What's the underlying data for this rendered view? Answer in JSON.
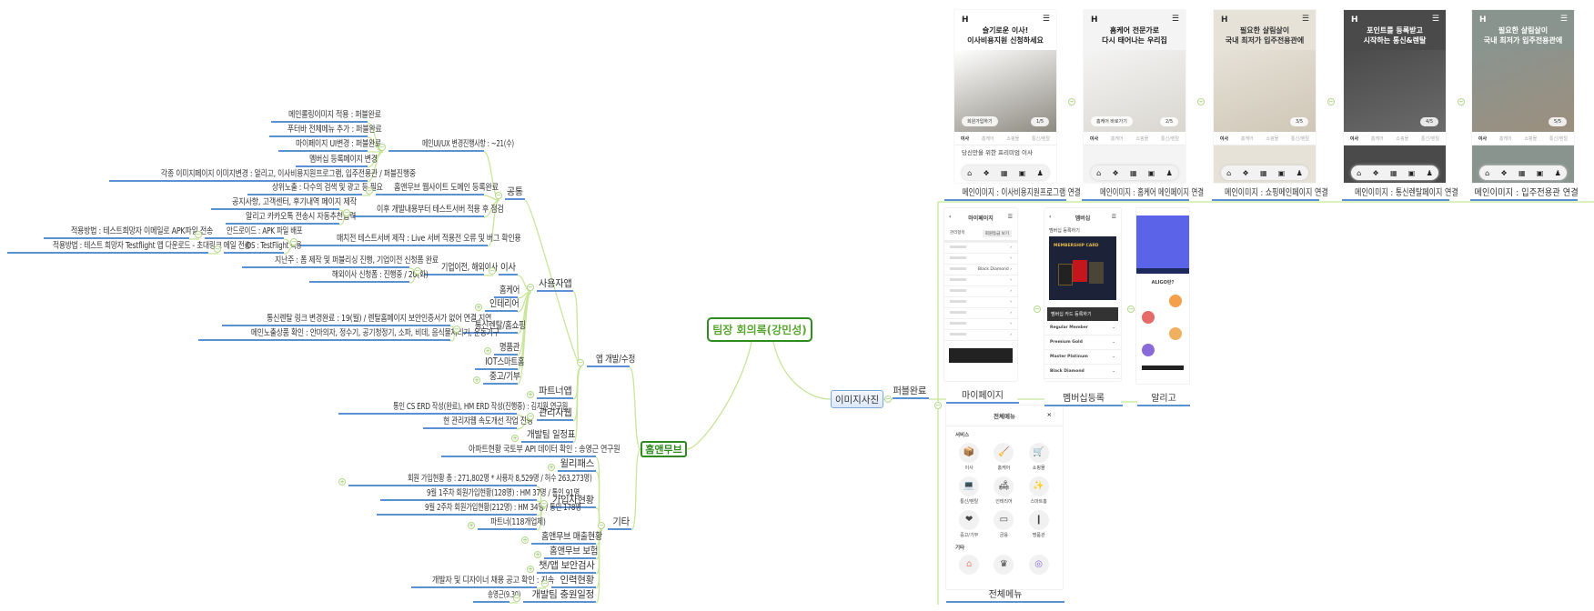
{
  "root": {
    "label": "팀장 회의록(강민성)"
  },
  "branches": {
    "homenmove": "홈앤무브",
    "images": "이미지사진"
  },
  "tree": {
    "app": "앱 개발/수정",
    "common": "공통",
    "main_ui": "메인UI/UX 변경진행사항 : ~21(수)",
    "main_ui_items": [
      "메인롤링이미지 적용 : 퍼블완료",
      "푸터바 전체메뉴 추가 : 퍼블완료",
      "마이페이지 UI변경 : 퍼블완료",
      "멤버십 등록페이지 변경",
      "각종 이미지페이지 이미지변경 : 알리고, 이사비용지원프로그램, 입주전용관 / 퍼블진행중"
    ],
    "domain": "홈앤무브 웹사이트 도메인 등록완료",
    "domain_item": "상위노출 : 다수의 검색 및 광고 등 필요",
    "test_after": "이후 개발내용부터 테스트서버 적용 후 점검",
    "test_after_items": [
      "공지사항, 고객센터, 후기내역 페이지 제작",
      "알리고 카카오톡 전송시 자동추천입력"
    ],
    "test_server": "매치전 테스트서버 제작 : Live 서버 적용전 오류 및 버그 확인용",
    "android": "안드로이드 : APK 파일 배포",
    "android_item": "적용방법 : 테스트희망자 이메일로 APK파일 전송",
    "ios": "iOS : TestFlight 적용",
    "ios_item": "적용방법 : 테스트 희망자 Testflight 앱 다운로드 - 초대링크 메일 전송",
    "user_app": "사용자앱",
    "moving": "이사",
    "moving_sub": "기업이전, 해외이사",
    "moving_items": [
      "지난주 : 폼 제작 및 퍼블리싱 진행, 기업이전 신청폼 완료",
      "해외이사 신청폼 : 진행중 / 20(화)"
    ],
    "homecare": "홈케어",
    "interior": "인테리어",
    "rental": "통신렌탈/홈쇼핑",
    "rental_items": [
      "통신렌탈 링크 변경완료 : 19(월) / 렌탈홈페이지 보안인증서가 없어 연결 지연",
      "메인노출상품 확인 : 안마의자, 정수기, 공기청정기, 소파, 비데, 음식물처리기, 운동기구"
    ],
    "luxury": "명품관",
    "iot": "IOT스마트홈",
    "used": "중고/기부",
    "partner_app": "파트너앱",
    "admin": "관리자웹",
    "admin_items": [
      "통인 CS ERD 작성(완료), HM ERD 작성(진행중) : 김지원 연구원",
      "현 관리자웹 속도개선 작업 진행"
    ],
    "dev_schedule": "개발팀 일정표",
    "etc": "기타",
    "apt": "아파트현황 국토부 API 데이터 확인 : 송영근 연구원",
    "willipass": "윌리패스",
    "members": "가입자현황",
    "members_items": [
      "회원 가입현황 총 : 271,802명  * 사용자 8,529명 / 허수 263,273명)",
      "9월 1주차 회원가입현황(128명) : HM 37명 / 통인 91명",
      "9월 2주차 회원가입현황(212명) : HM 34명 / 통인 178명",
      "파트너(118개업체)"
    ],
    "sales": "홈앤무브 매출현황",
    "insurance": "홈앤무브 보험",
    "security": "챗/앱 보안검사",
    "staff": "인력현황",
    "staff_item": "개발자 및 디자이너 채용 공고 확인 : 지속",
    "hiring": "개발팀 충원일정",
    "hiring_item": "송영근(9.30)",
    "publish": "퍼블완료"
  },
  "phones": [
    {
      "line1": "슬기로운 이사!",
      "line2": "이사비용지원 신청하세요",
      "counter": "1/5",
      "cta": "회원가입하기",
      "sub": "당신만을 위한 프리미엄 이사",
      "bg": "#ffffff",
      "fg": "#222222",
      "photo": "#8d8a80",
      "caption": "메인이미지 : 이사비용지원프로그램 연결"
    },
    {
      "line1": "홈케어 전문가로",
      "line2": "다시 태어나는 우리집",
      "counter": "2/5",
      "cta": "홈케어 바로가기",
      "sub": "",
      "bg": "#f4f4f4",
      "fg": "#222222",
      "photo": "#d9d6cf",
      "caption": "메인이미지 : 홈케어 메인페이지 연결"
    },
    {
      "line1": "필요한 살림살이",
      "line2": "국내 최저가 입주전용관에",
      "counter": "3/5",
      "cta": "",
      "sub": "",
      "bg": "#e6e2d8",
      "fg": "#333333",
      "photo": "#cfc6b6",
      "caption": "메인이미지 : 쇼핑메인페이지 연결"
    },
    {
      "line1": "포인트를 등록받고",
      "line2": "시작하는 통신&렌탈",
      "counter": "4/5",
      "cta": "",
      "sub": "",
      "bg": "#4a4a4a",
      "fg": "#ffffff",
      "photo": "#6b6b6b",
      "caption": "메인이미지 : 통신렌탈페이지 연결"
    },
    {
      "line1": "필요한 살림살이",
      "line2": "국내 최저가 입주전용관에",
      "counter": "5/5",
      "cta": "",
      "sub": "",
      "bg": "#8a948f",
      "fg": "#ffffff",
      "photo": "#9c8f7e",
      "caption": "메인이미지 : 입주전용관 연결"
    }
  ],
  "phone_tabs": [
    "이사",
    "홈케어",
    "쇼핑몰",
    "통신/렌탈"
  ],
  "mypage": {
    "title": "마이페이지",
    "section": "관리항목",
    "button": "회원등급 보기",
    "rows": [
      "",
      "",
      "Black Diamond",
      "",
      "",
      "",
      "",
      "",
      ""
    ],
    "caption": "마이페이지"
  },
  "membership": {
    "title": "멤버십",
    "register": "멤버십 등록하기",
    "card_title": "MEMBERSHIP CARD",
    "card_register": "멤버십 카드 등록하기",
    "tiers": [
      "Regular Member",
      "Premium Gold",
      "Master Platinum",
      "Black Diamond"
    ],
    "caption": "멤버십등록"
  },
  "aligo": {
    "heading": "ALIGO란?",
    "caption": "알리고"
  },
  "menu": {
    "title": "전체메뉴",
    "close": "×",
    "service_label": "서비스",
    "services": [
      "이사",
      "홈케어",
      "쇼핑몰",
      "통신/렌탈",
      "인테리어",
      "스마트홈",
      "중고/기부",
      "금융",
      "명품관"
    ],
    "other_label": "기타",
    "caption": "전체메뉴"
  },
  "colors": {
    "connector": "#c8e59a",
    "underline": "#5b8fd6",
    "root_border": "#2e8b1e"
  }
}
